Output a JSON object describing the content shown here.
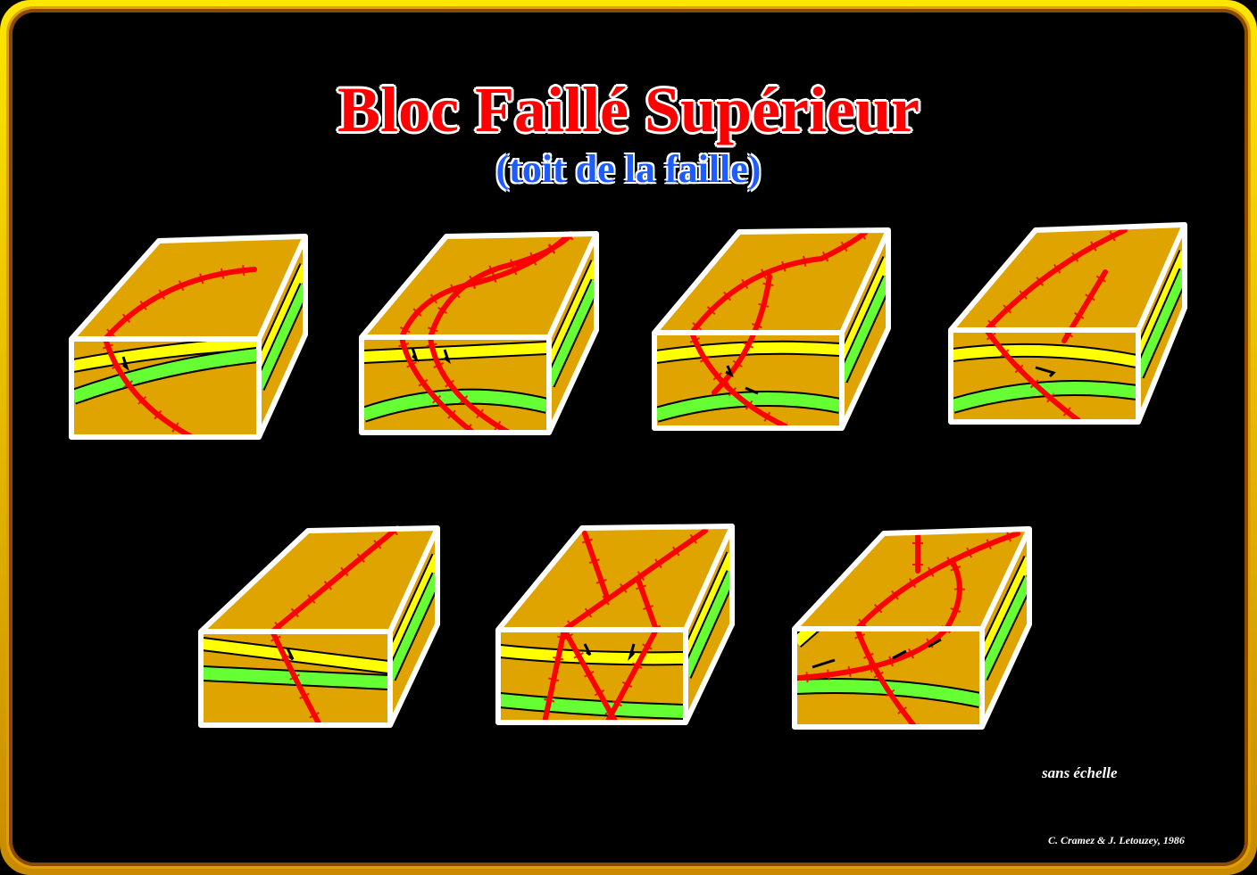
{
  "title": "Bloc Faillé Supérieur",
  "subtitle": "(toit de la faille)",
  "scale_note": "sans échelle",
  "credit": "C. Cramez & J. Letouzey, 1986",
  "colors": {
    "block": "#e0a400",
    "yellow_layer": "#ffff00",
    "green_layer": "#66ff33",
    "fault": "#ff0000",
    "edge": "#ffffff"
  }
}
